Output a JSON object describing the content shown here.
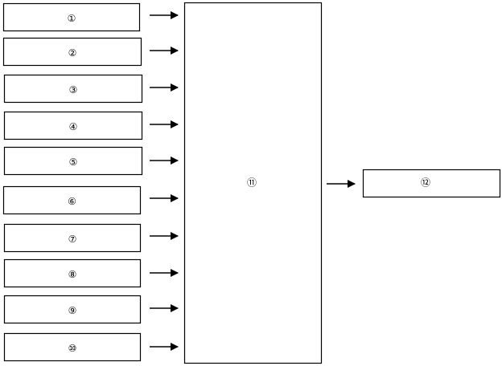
{
  "diagram": {
    "inputs": [
      {
        "label": "①"
      },
      {
        "label": "②"
      },
      {
        "label": "③"
      },
      {
        "label": "④"
      },
      {
        "label": "⑤"
      },
      {
        "label": "⑥"
      },
      {
        "label": "⑦"
      },
      {
        "label": "⑧"
      },
      {
        "label": "⑨"
      },
      {
        "label": "⑩"
      }
    ],
    "hub": {
      "label": "⑪"
    },
    "output": {
      "label": "⑫"
    },
    "edges": [
      {
        "from": "①",
        "to": "⑪"
      },
      {
        "from": "②",
        "to": "⑪"
      },
      {
        "from": "③",
        "to": "⑪"
      },
      {
        "from": "④",
        "to": "⑪"
      },
      {
        "from": "⑤",
        "to": "⑪"
      },
      {
        "from": "⑥",
        "to": "⑪"
      },
      {
        "from": "⑦",
        "to": "⑪"
      },
      {
        "from": "⑧",
        "to": "⑪"
      },
      {
        "from": "⑨",
        "to": "⑪"
      },
      {
        "from": "⑩",
        "to": "⑪"
      },
      {
        "from": "⑪",
        "to": "⑫"
      }
    ],
    "colors": {
      "stroke": "#000000",
      "fill": "#ffffff",
      "text": "#000000"
    }
  }
}
